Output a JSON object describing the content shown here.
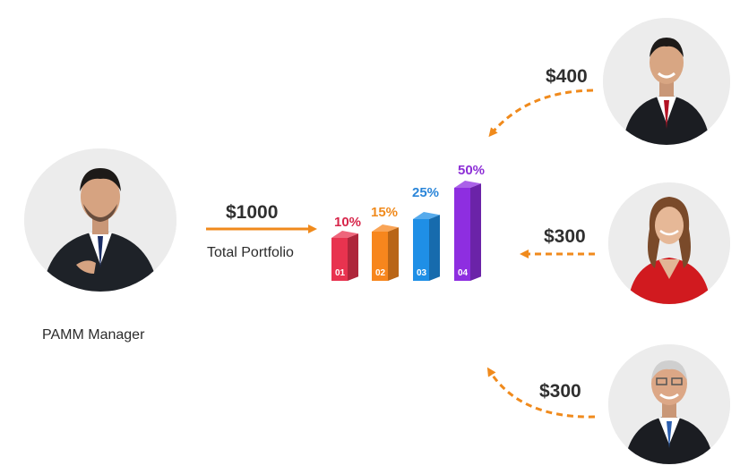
{
  "manager": {
    "role_label": "PAMM Manager"
  },
  "portfolio": {
    "amount": "$1000",
    "caption": "Total Portfolio"
  },
  "investors": [
    {
      "amount": "$400"
    },
    {
      "amount": "$300"
    },
    {
      "amount": "$300"
    }
  ],
  "bars": [
    {
      "number": "01",
      "percent": "10%",
      "value": 10,
      "color": "#e8334f",
      "label_color": "#d7264a"
    },
    {
      "number": "02",
      "percent": "15%",
      "value": 15,
      "color": "#f7861d",
      "label_color": "#f08a1c"
    },
    {
      "number": "03",
      "percent": "25%",
      "value": 25,
      "color": "#1f8fe6",
      "label_color": "#2b86d9"
    },
    {
      "number": "04",
      "percent": "50%",
      "value": 50,
      "color": "#8e2ee0",
      "label_color": "#8d2fd6"
    }
  ],
  "colors": {
    "arrow": "#f08a1c",
    "text": "#2b2b2b"
  }
}
